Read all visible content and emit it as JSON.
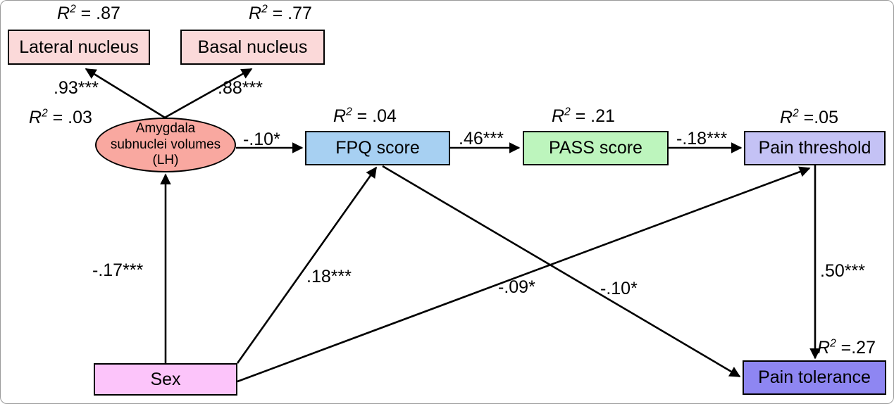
{
  "figure": {
    "title": "Structural equation model path diagram",
    "type": "path-diagram"
  },
  "nodes": [
    {
      "id": "lateral",
      "label": "Lateral nucleus",
      "shape": "rect",
      "color": "#fbd9d9"
    },
    {
      "id": "basal",
      "label": "Basal nucleus",
      "shape": "rect",
      "color": "#fbd9d9"
    },
    {
      "id": "amygdala",
      "label": "Amygdala subnuclei volumes (LH)",
      "line1": "Amygdala",
      "line2": "subnuclei volumes",
      "line3": "(LH)",
      "shape": "ellipse",
      "color": "#f9a8a0"
    },
    {
      "id": "fpq",
      "label": "FPQ score",
      "shape": "rect",
      "color": "#a7d0f2"
    },
    {
      "id": "pass",
      "label": "PASS score",
      "shape": "rect",
      "color": "#bdf5bd"
    },
    {
      "id": "threshold",
      "label": "Pain threshold",
      "shape": "rect",
      "color": "#c4c2f5"
    },
    {
      "id": "tolerance",
      "label": "Pain tolerance",
      "shape": "rect",
      "color": "#8e86f2"
    },
    {
      "id": "sex",
      "label": "Sex",
      "shape": "rect",
      "color": "#fcc4fa"
    }
  ],
  "r2_labels": [
    {
      "id": "r2-lateral",
      "prefix": "R",
      "exp": "2",
      "value": " = .87"
    },
    {
      "id": "r2-basal",
      "prefix": "R",
      "exp": "2",
      "value": " = .77"
    },
    {
      "id": "r2-amygdala",
      "prefix": "R",
      "exp": "2",
      "value": " = .03"
    },
    {
      "id": "r2-fpq",
      "prefix": "R",
      "exp": "2",
      "value": " = .04"
    },
    {
      "id": "r2-pass",
      "prefix": "R",
      "exp": "2",
      "value": " = .21"
    },
    {
      "id": "r2-threshold",
      "prefix": "R",
      "exp": "2",
      "value": " =.05"
    },
    {
      "id": "r2-tolerance",
      "prefix": "R",
      "exp": "2",
      "value": " =.27"
    }
  ],
  "edges": [
    {
      "id": "amygdala-lateral",
      "from": "amygdala",
      "to": "lateral",
      "label": ".93***"
    },
    {
      "id": "amygdala-basal",
      "from": "amygdala",
      "to": "basal",
      "label": ".88***"
    },
    {
      "id": "amygdala-fpq",
      "from": "amygdala",
      "to": "fpq",
      "label": "-.10*"
    },
    {
      "id": "fpq-pass",
      "from": "fpq",
      "to": "pass",
      "label": ".46***"
    },
    {
      "id": "pass-threshold",
      "from": "pass",
      "to": "threshold",
      "label": "-.18***"
    },
    {
      "id": "sex-amygdala",
      "from": "sex",
      "to": "amygdala",
      "label": "-.17***"
    },
    {
      "id": "sex-fpq",
      "from": "sex",
      "to": "fpq",
      "label": ".18***"
    },
    {
      "id": "sex-threshold",
      "from": "sex",
      "to": "threshold",
      "label": "-.09*"
    },
    {
      "id": "fpq-tolerance",
      "from": "fpq",
      "to": "tolerance",
      "label": "-.10*"
    },
    {
      "id": "threshold-tolerance",
      "from": "threshold",
      "to": "tolerance",
      "label": ".50***"
    }
  ],
  "chart_data": {
    "type": "diagram",
    "title": "Structural equation model of amygdala subnuclei volumes, fear of pain, pain anxiety and pain sensitivity",
    "variables": [
      {
        "name": "Lateral nucleus",
        "r2": 0.87
      },
      {
        "name": "Basal nucleus",
        "r2": 0.77
      },
      {
        "name": "Amygdala subnuclei volumes (LH)",
        "r2": 0.03
      },
      {
        "name": "FPQ score",
        "r2": 0.04
      },
      {
        "name": "PASS score",
        "r2": 0.21
      },
      {
        "name": "Pain threshold",
        "r2": 0.05
      },
      {
        "name": "Pain tolerance",
        "r2": 0.27
      },
      {
        "name": "Sex",
        "r2": null
      }
    ],
    "paths": [
      {
        "from": "Amygdala subnuclei volumes (LH)",
        "to": "Lateral nucleus",
        "estimate": 0.93,
        "significance": "***"
      },
      {
        "from": "Amygdala subnuclei volumes (LH)",
        "to": "Basal nucleus",
        "estimate": 0.88,
        "significance": "***"
      },
      {
        "from": "Amygdala subnuclei volumes (LH)",
        "to": "FPQ score",
        "estimate": -0.1,
        "significance": "*"
      },
      {
        "from": "FPQ score",
        "to": "PASS score",
        "estimate": 0.46,
        "significance": "***"
      },
      {
        "from": "PASS score",
        "to": "Pain threshold",
        "estimate": -0.18,
        "significance": "***"
      },
      {
        "from": "Sex",
        "to": "Amygdala subnuclei volumes (LH)",
        "estimate": -0.17,
        "significance": "***"
      },
      {
        "from": "Sex",
        "to": "FPQ score",
        "estimate": 0.18,
        "significance": "***"
      },
      {
        "from": "Sex",
        "to": "Pain threshold",
        "estimate": -0.09,
        "significance": "*"
      },
      {
        "from": "FPQ score",
        "to": "Pain tolerance",
        "estimate": -0.1,
        "significance": "*"
      },
      {
        "from": "Pain threshold",
        "to": "Pain tolerance",
        "estimate": 0.5,
        "significance": "***"
      }
    ]
  }
}
